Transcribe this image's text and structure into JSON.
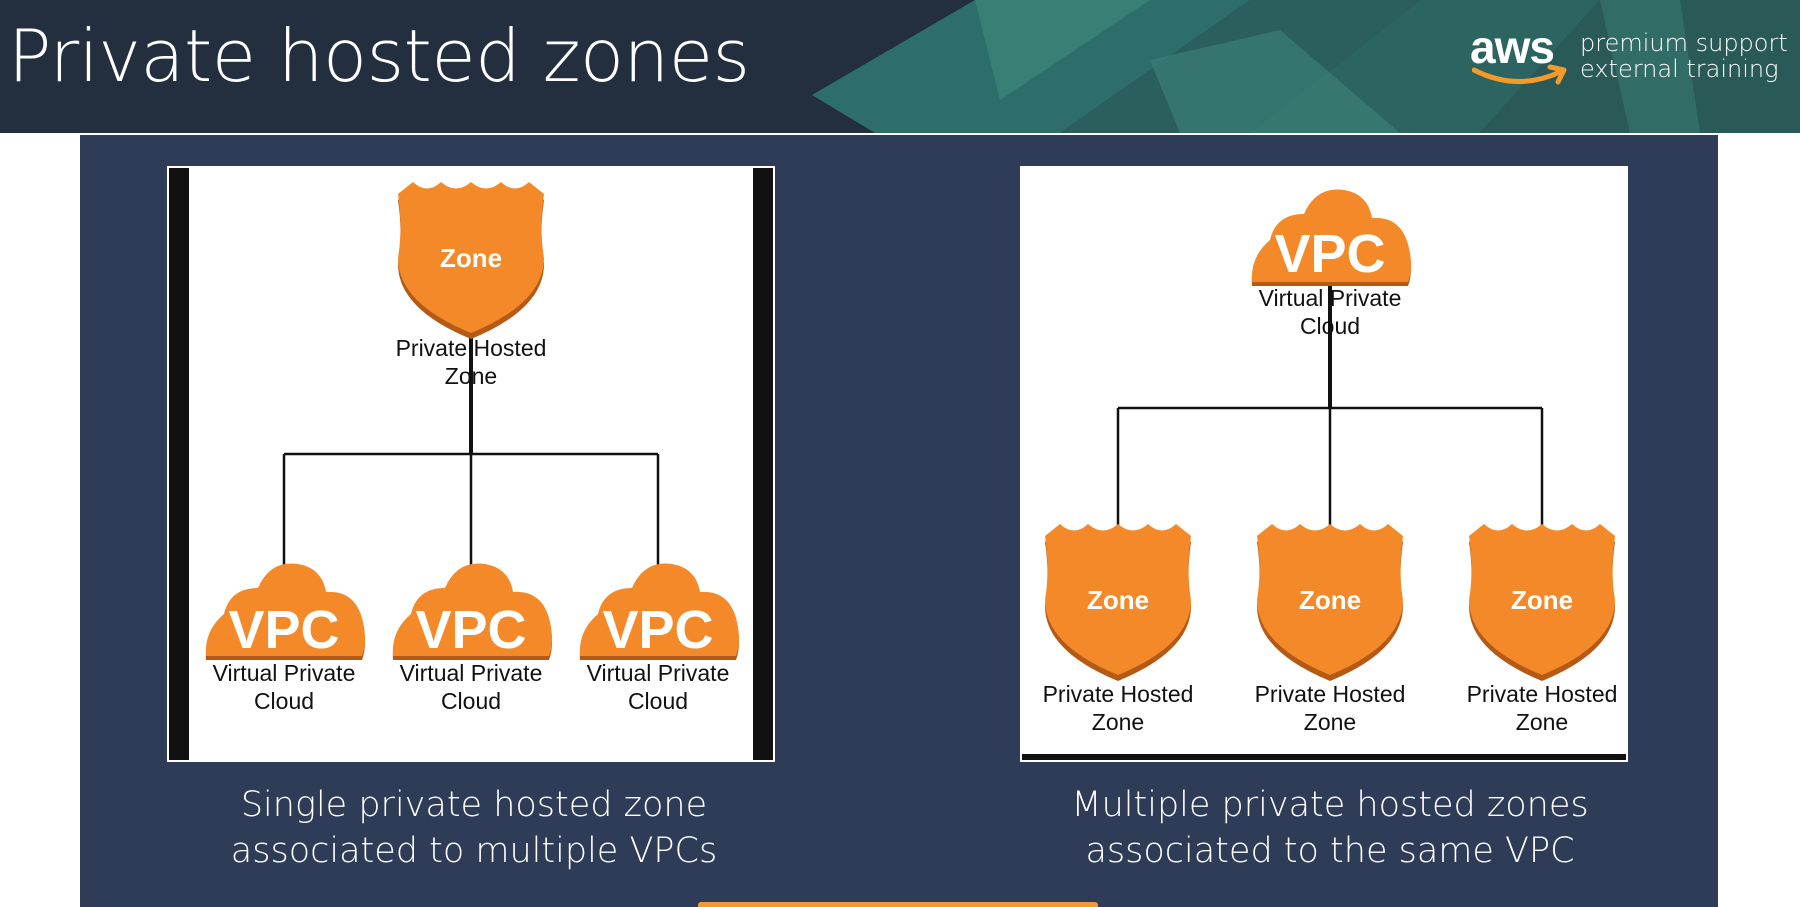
{
  "slide": {
    "title": "Private hosted zones"
  },
  "brand": {
    "wordmark": "aws",
    "tagline_line1": "premium support",
    "tagline_line2": "external training"
  },
  "colors": {
    "header_bg": "#232f3e",
    "panel_bg": "#2f3c57",
    "orange": "#f4892a",
    "orange_shadow": "#b55a16",
    "deco_teal": "#2e6e6a"
  },
  "diagram_left": {
    "root": {
      "icon_text": "Zone",
      "label_line1": "Private Hosted",
      "label_line2": "Zone"
    },
    "children": [
      {
        "icon_text": "VPC",
        "label_line1": "Virtual Private",
        "label_line2": "Cloud"
      },
      {
        "icon_text": "VPC",
        "label_line1": "Virtual Private",
        "label_line2": "Cloud"
      },
      {
        "icon_text": "VPC",
        "label_line1": "Virtual Private",
        "label_line2": "Cloud"
      }
    ]
  },
  "diagram_right": {
    "root": {
      "icon_text": "VPC",
      "label_line1": "Virtual Private",
      "label_line2": "Cloud"
    },
    "children": [
      {
        "icon_text": "Zone",
        "label_line1": "Private Hosted",
        "label_line2": "Zone"
      },
      {
        "icon_text": "Zone",
        "label_line1": "Private Hosted",
        "label_line2": "Zone"
      },
      {
        "icon_text": "Zone",
        "label_line1": "Private Hosted",
        "label_line2": "Zone"
      }
    ]
  },
  "captions": {
    "left_line1": "Single private hosted zone",
    "left_line2": "associated to multiple VPCs",
    "right_line1": "Multiple private hosted zones",
    "right_line2": "associated to the same VPC"
  }
}
